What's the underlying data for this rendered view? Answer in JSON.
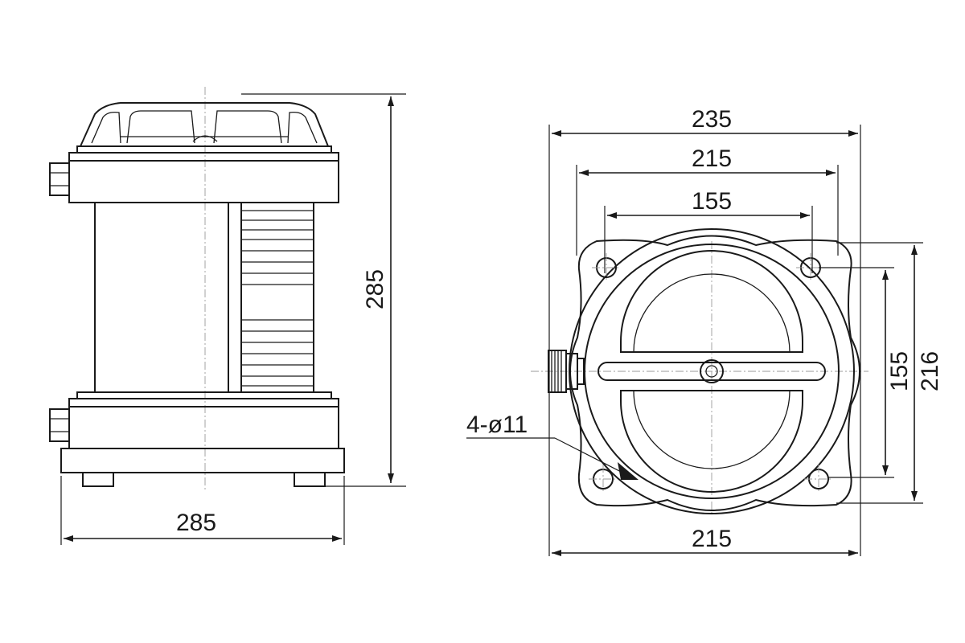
{
  "side_view": {
    "height_label": "285",
    "width_label": "285"
  },
  "top_view": {
    "overall_width_label": "235",
    "flange_width_label": "215",
    "hole_spacing_x_label": "155",
    "bottom_width_label": "215",
    "hole_spacing_y_label": "155",
    "overall_depth_label": "216",
    "holes_callout": "4-ø11"
  },
  "colors": {
    "line": "#1a1a1a",
    "centerline": "#9a9a9a",
    "background": "#ffffff"
  }
}
